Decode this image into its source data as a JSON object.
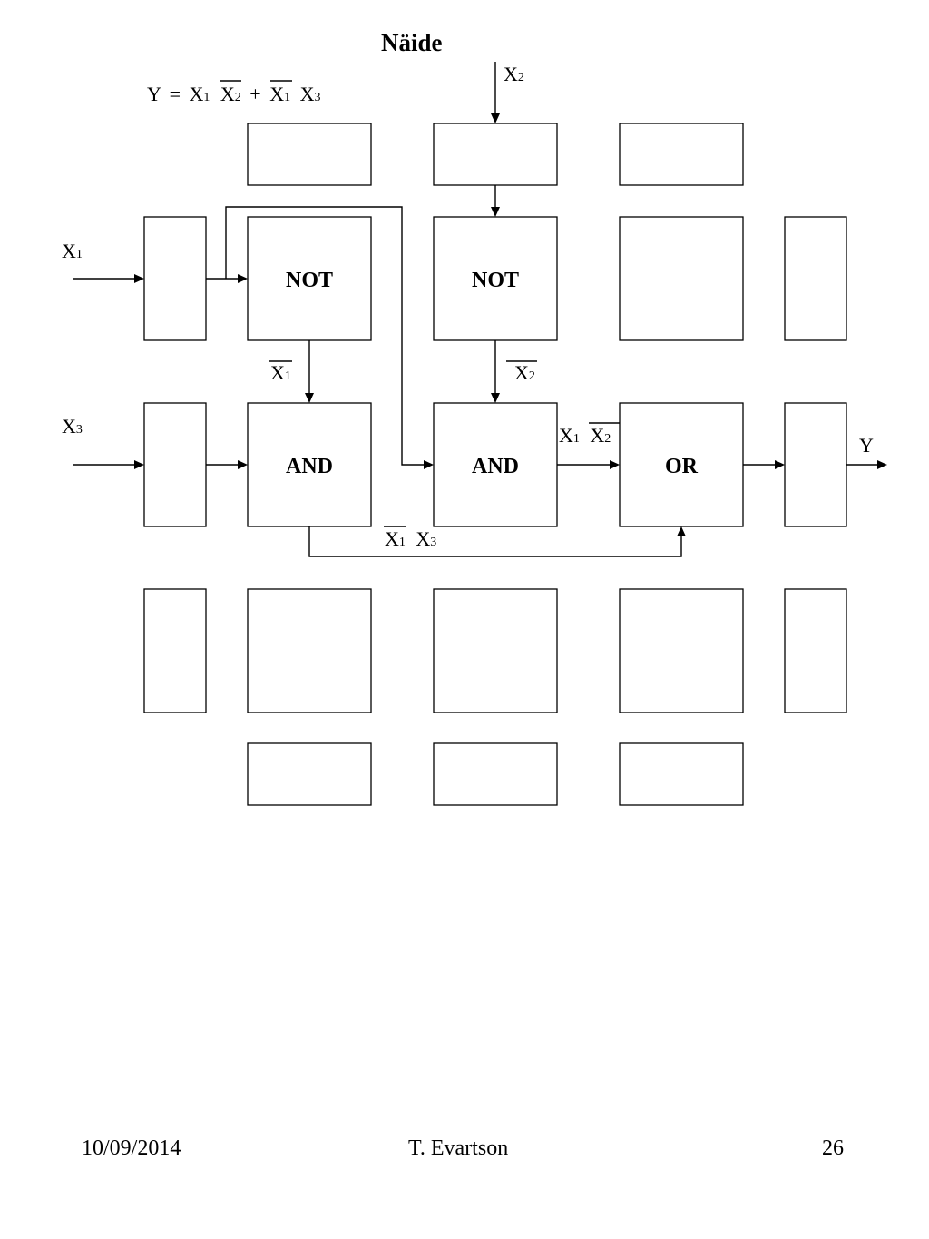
{
  "title": "Näide",
  "formula": {
    "y": "Y",
    "eq": "=",
    "x": "X",
    "plus": "+",
    "sub1": "1",
    "sub2": "2",
    "sub3": "3"
  },
  "gates": {
    "not_x1": "NOT",
    "not_x2": "NOT",
    "and_1": "AND",
    "and_2": "AND",
    "or": "OR"
  },
  "signals": {
    "x": "X",
    "y": "Y",
    "sub1": "1",
    "sub2": "2",
    "sub3": "3"
  },
  "footer": {
    "date": "10/09/2014",
    "author": "T. Evartson",
    "page": "26"
  }
}
